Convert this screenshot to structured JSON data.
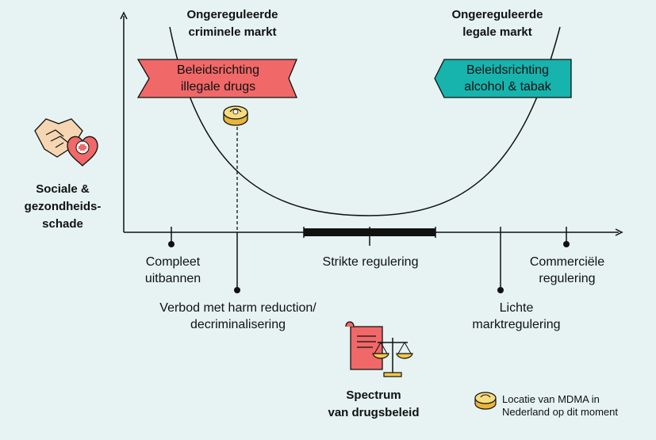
{
  "curve_labels": {
    "left": [
      "Ongereguleerde",
      "criminele markt"
    ],
    "right": [
      "Ongereguleerde",
      "legale markt"
    ]
  },
  "banners": {
    "left": {
      "lines": [
        "Beleidsrichting",
        "illegale drugs"
      ],
      "color": "#f06868"
    },
    "right": {
      "lines": [
        "Beleidsrichting",
        "alcohol & tabak"
      ],
      "color": "#17b3ad"
    }
  },
  "y_axis_label": [
    "Sociale &",
    "gezondheids-",
    "schade"
  ],
  "spectrum": {
    "compleet": [
      "Compleet",
      "uitbannen"
    ],
    "verbod": [
      "Verbod met harm reduction/",
      "decriminalisering"
    ],
    "strikt": "Strikte regulering",
    "lichte": [
      "Lichte",
      "marktregulering"
    ],
    "commercieel": [
      "Commerciële",
      "regulering"
    ]
  },
  "footer_title": [
    "Spectrum",
    "van drugsbeleid"
  ],
  "legend": [
    "Locatie van MDMA in",
    "Nederland op dit moment"
  ],
  "icons": [
    "handshake-heart-icon",
    "pill-icon",
    "scroll-scale-icon"
  ],
  "colors": {
    "background": "#e6f3f2",
    "red": "#f06868",
    "teal": "#17b3ad",
    "pill": "#f3c84a",
    "ink": "#111111"
  }
}
